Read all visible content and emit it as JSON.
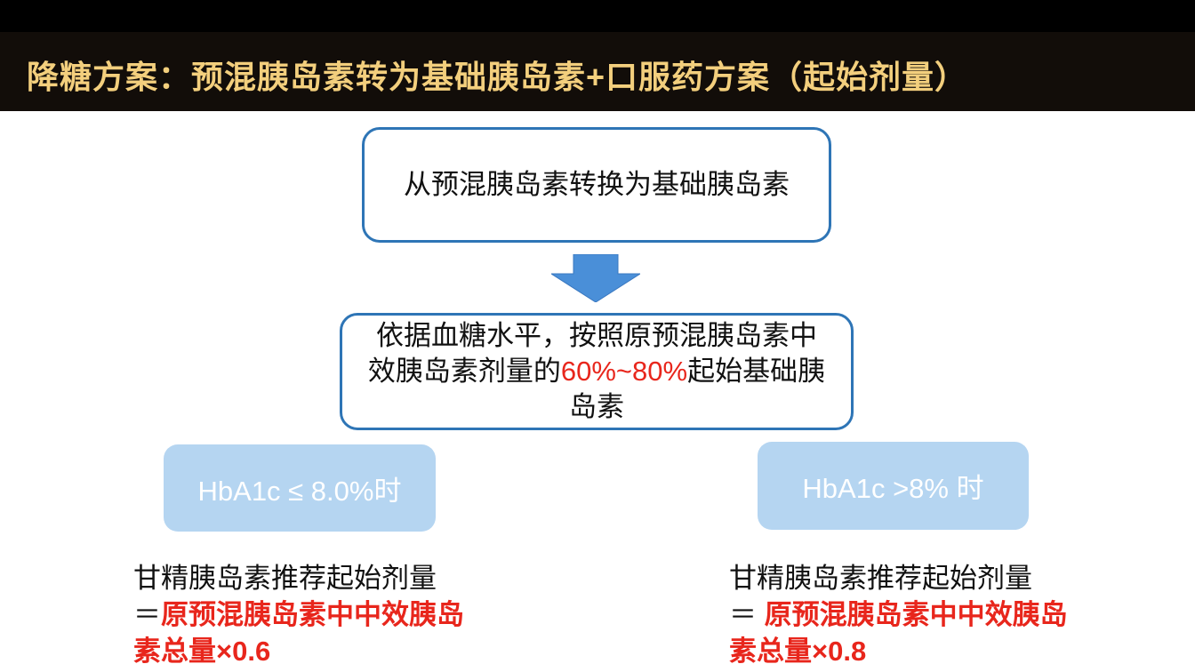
{
  "slide": {
    "title": "降糖方案：预混胰岛素转为基础胰岛素+口服药方案（起始剂量）",
    "step1": "从预混胰岛素转换为基础胰岛素",
    "step2": {
      "prefix": "依据血糖水平，按照原预混胰岛素中效胰岛素剂量的",
      "highlight": "60%~80%",
      "suffix": "起始基础胰岛素"
    },
    "branches": [
      {
        "condition": "HbA1c ≤ 8.0%时",
        "label": "甘精胰岛素推荐起始剂量",
        "equals": "＝",
        "formula": "原预混胰岛素中中效胰岛素总量×0.6"
      },
      {
        "condition": "HbA1c >8% 时",
        "label": "甘精胰岛素推荐起始剂量",
        "equals": "＝ ",
        "formula": "原预混胰岛素中中效胰岛素总量×0.8"
      }
    ]
  },
  "colors": {
    "title": "#f3cf7d",
    "accent_blue": "#2e75b6",
    "highlight_red": "#e8261c",
    "condition_bg": "#b5d5f1"
  }
}
